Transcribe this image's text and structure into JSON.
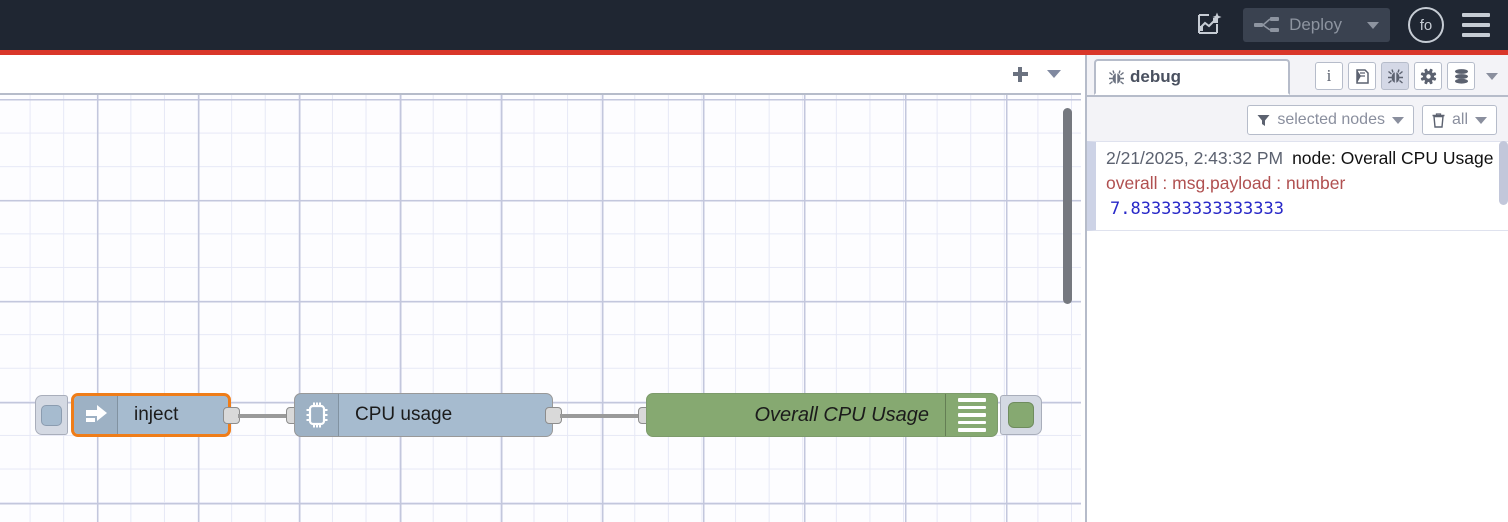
{
  "header": {
    "ai_icon": "flow-sparkle-icon",
    "deploy_label": "Deploy",
    "deploy_icon": "deploy-nodes-icon",
    "deploy_caret": "chevron-down-icon",
    "avatar_label": "fo",
    "menu_icon": "hamburger-menu-icon"
  },
  "workspace": {
    "add_flow_icon": "plus-icon",
    "flow_menu_icon": "chevron-down-icon",
    "nodes": [
      {
        "id": "inject",
        "type": "inject",
        "label": "inject",
        "icon": "arrow-right-icon",
        "selected": true,
        "has_button": true,
        "color": "#a6bbcf",
        "selection_color": "#ef7d19"
      },
      {
        "id": "cpu-usage",
        "type": "cpu",
        "label": "CPU usage",
        "icon": "cpu-chip-icon",
        "selected": false,
        "color": "#a6bbcf"
      },
      {
        "id": "overall-cpu-usage",
        "type": "debug",
        "label": "Overall CPU Usage",
        "icon": "debug-lines-icon",
        "selected": false,
        "enabled": true,
        "color": "#86a971"
      }
    ]
  },
  "sidebar": {
    "tab": {
      "label": "debug",
      "icon": "bug-icon"
    },
    "tool_icons": [
      {
        "name": "info-icon",
        "glyph": "i",
        "active": false
      },
      {
        "name": "help-book-icon",
        "glyph": "book",
        "active": false
      },
      {
        "name": "debug-bug-icon",
        "glyph": "bug",
        "active": true
      },
      {
        "name": "config-gear-icon",
        "glyph": "gear",
        "active": false
      },
      {
        "name": "context-data-icon",
        "glyph": "stack",
        "active": false
      }
    ],
    "tools_caret": "chevron-down-icon",
    "filters": [
      {
        "name": "filter-nodes",
        "icon": "funnel-icon",
        "label": "selected nodes",
        "caret": "chevron-down-icon"
      },
      {
        "name": "clear-messages",
        "icon": "trash-icon",
        "label": "all",
        "caret": "chevron-down-icon"
      }
    ],
    "messages": [
      {
        "timestamp": "2/21/2025, 2:43:32 PM",
        "node": "node: Overall CPU Usage",
        "property": "overall : msg.payload : number",
        "value": "7.833333333333333"
      }
    ]
  },
  "colors": {
    "header_bg": "#1f2632",
    "red_stripe": "#d9372a",
    "node_blue": "#a6bbcf",
    "node_green": "#86a971",
    "selection_orange": "#ef7d19",
    "debug_value_blue": "#2828c8",
    "debug_property_red": "#b05050"
  }
}
